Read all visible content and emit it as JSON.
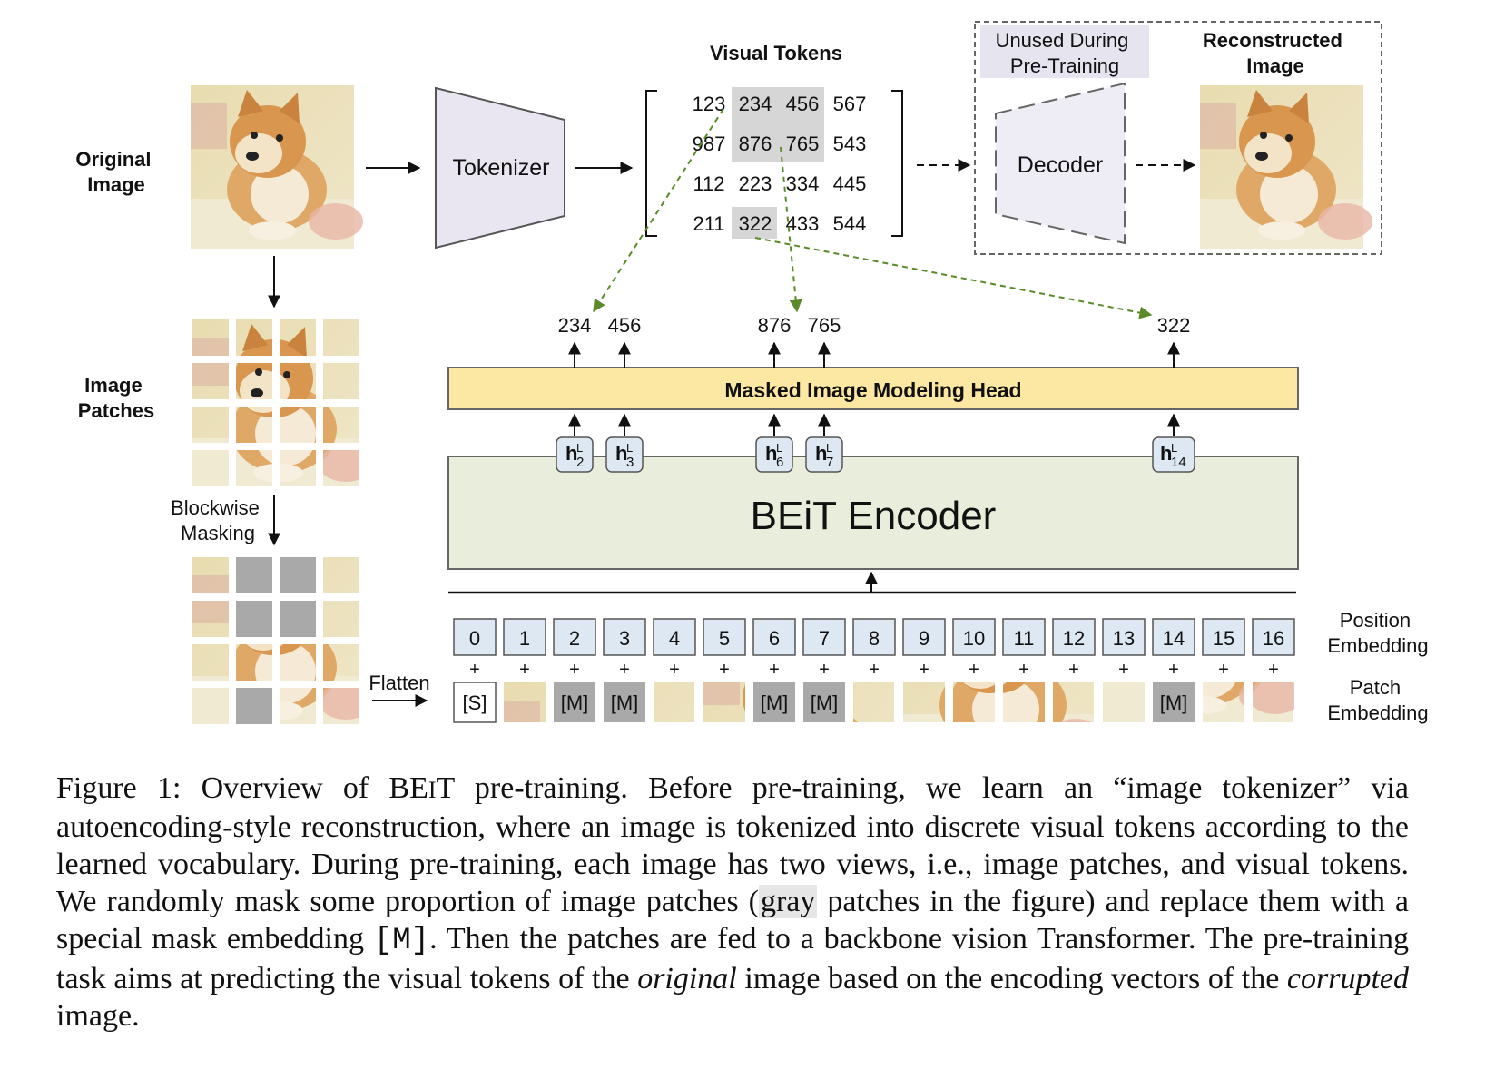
{
  "labels": {
    "original_image": [
      "Original",
      "Image"
    ],
    "image_patches": [
      "Image",
      "Patches"
    ],
    "blockwise_masking": [
      "Blockwise",
      "Masking"
    ],
    "flatten": "Flatten",
    "tokenizer": "Tokenizer",
    "visual_tokens": "Visual Tokens",
    "unused": [
      "Unused During",
      "Pre-Training"
    ],
    "reconstructed": [
      "Reconstructed",
      "Image"
    ],
    "decoder": "Decoder",
    "mim_head": "Masked Image Modeling Head",
    "encoder": "BEiT Encoder",
    "position_embedding": [
      "Position",
      "Embedding"
    ],
    "patch_embedding": [
      "Patch",
      "Embedding"
    ]
  },
  "token_grid": [
    [
      "123",
      "234",
      "456",
      "567"
    ],
    [
      "987",
      "876",
      "765",
      "543"
    ],
    [
      "112",
      "223",
      "334",
      "445"
    ],
    [
      "211",
      "322",
      "433",
      "544"
    ]
  ],
  "predicted_tokens": [
    {
      "pos": 2,
      "value": "234"
    },
    {
      "pos": 3,
      "value": "456"
    },
    {
      "pos": 6,
      "value": "876"
    },
    {
      "pos": 7,
      "value": "765"
    },
    {
      "pos": 14,
      "value": "322"
    }
  ],
  "hidden_states": [
    {
      "base": "h",
      "sup": "L",
      "sub": "2"
    },
    {
      "base": "h",
      "sup": "L",
      "sub": "3"
    },
    {
      "base": "h",
      "sup": "L",
      "sub": "6"
    },
    {
      "base": "h",
      "sup": "L",
      "sub": "7"
    },
    {
      "base": "h",
      "sup": "L",
      "sub": "14"
    }
  ],
  "positions": [
    "0",
    "1",
    "2",
    "3",
    "4",
    "5",
    "6",
    "7",
    "8",
    "9",
    "10",
    "11",
    "12",
    "13",
    "14",
    "15",
    "16"
  ],
  "plus_sign": "+",
  "patch_tokens": [
    "[S]",
    "",
    "[M]",
    "[M]",
    "",
    "",
    "[M]",
    "[M]",
    "",
    "",
    "",
    "",
    "",
    "",
    "[M]",
    "",
    ""
  ],
  "masked_patches": [
    2,
    3,
    6,
    7,
    14
  ],
  "colors": {
    "mim_head": "#fce7a3",
    "encoder": "#e9eedc",
    "position_box": "#dde8f3",
    "tokenizer_fill": "#e9e6f2",
    "mask_gray": "#a9a9a9",
    "dashed_arrow": "#5a8a2a"
  },
  "caption": {
    "prefix": "Figure 1: Overview of BE",
    "prefix_sc": "I",
    "part1": "T pre-training. Before pre-training, we learn an “image tokenizer” via autoencoding-style reconstruction, where an image is tokenized into discrete visual tokens according to the learned vocabulary. During pre-training, each image has two views, i.e., image patches, and visual tokens. We randomly mask some proportion of image patches (",
    "gray": "gray",
    "part2": " patches in the figure) and replace them with a special mask embedding ",
    "mask": "[M]",
    "part3": ". Then the patches are fed to a backbone vision Transformer. The pre-training task aims at predicting the visual tokens of the ",
    "original": "original",
    "part4": " image based on the encoding vectors of the ",
    "corrupted": "corrupted",
    "part5": " image."
  }
}
